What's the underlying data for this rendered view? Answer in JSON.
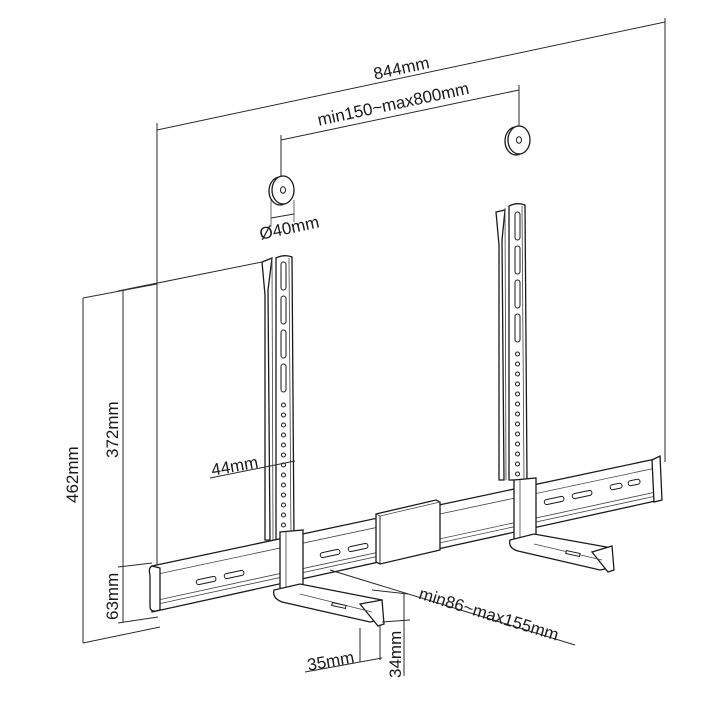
{
  "diagram": {
    "subject": "Soundbar mounting bracket dimensional drawing",
    "colors": {
      "line": "#2a2a2a",
      "background": "#ffffff",
      "part_fill": "#ffffff"
    },
    "dimensions": {
      "overall_width": "844mm",
      "hole_spacing": "min150~max800mm",
      "spacer_diameter": "Ø40mm",
      "overall_height": "462mm",
      "arm_height": "372mm",
      "arm_width": "44mm",
      "base_bar_height": "63mm",
      "shelf_depth": "min86~max155mm",
      "shelf_lip_width": "35mm",
      "shelf_lip_height": "34mm"
    },
    "components": [
      {
        "name": "left-vertical-arm",
        "label": "vertical arm"
      },
      {
        "name": "right-vertical-arm",
        "label": "vertical arm"
      },
      {
        "name": "horizontal-rail",
        "label": "horizontal rail"
      },
      {
        "name": "center-clamp",
        "label": "center clamp"
      },
      {
        "name": "left-support-shelf",
        "label": "support shelf"
      },
      {
        "name": "right-support-shelf",
        "label": "support shelf"
      },
      {
        "name": "left-spacer",
        "label": "Ø40mm spacer"
      },
      {
        "name": "right-spacer",
        "label": "Ø40mm spacer"
      }
    ]
  }
}
